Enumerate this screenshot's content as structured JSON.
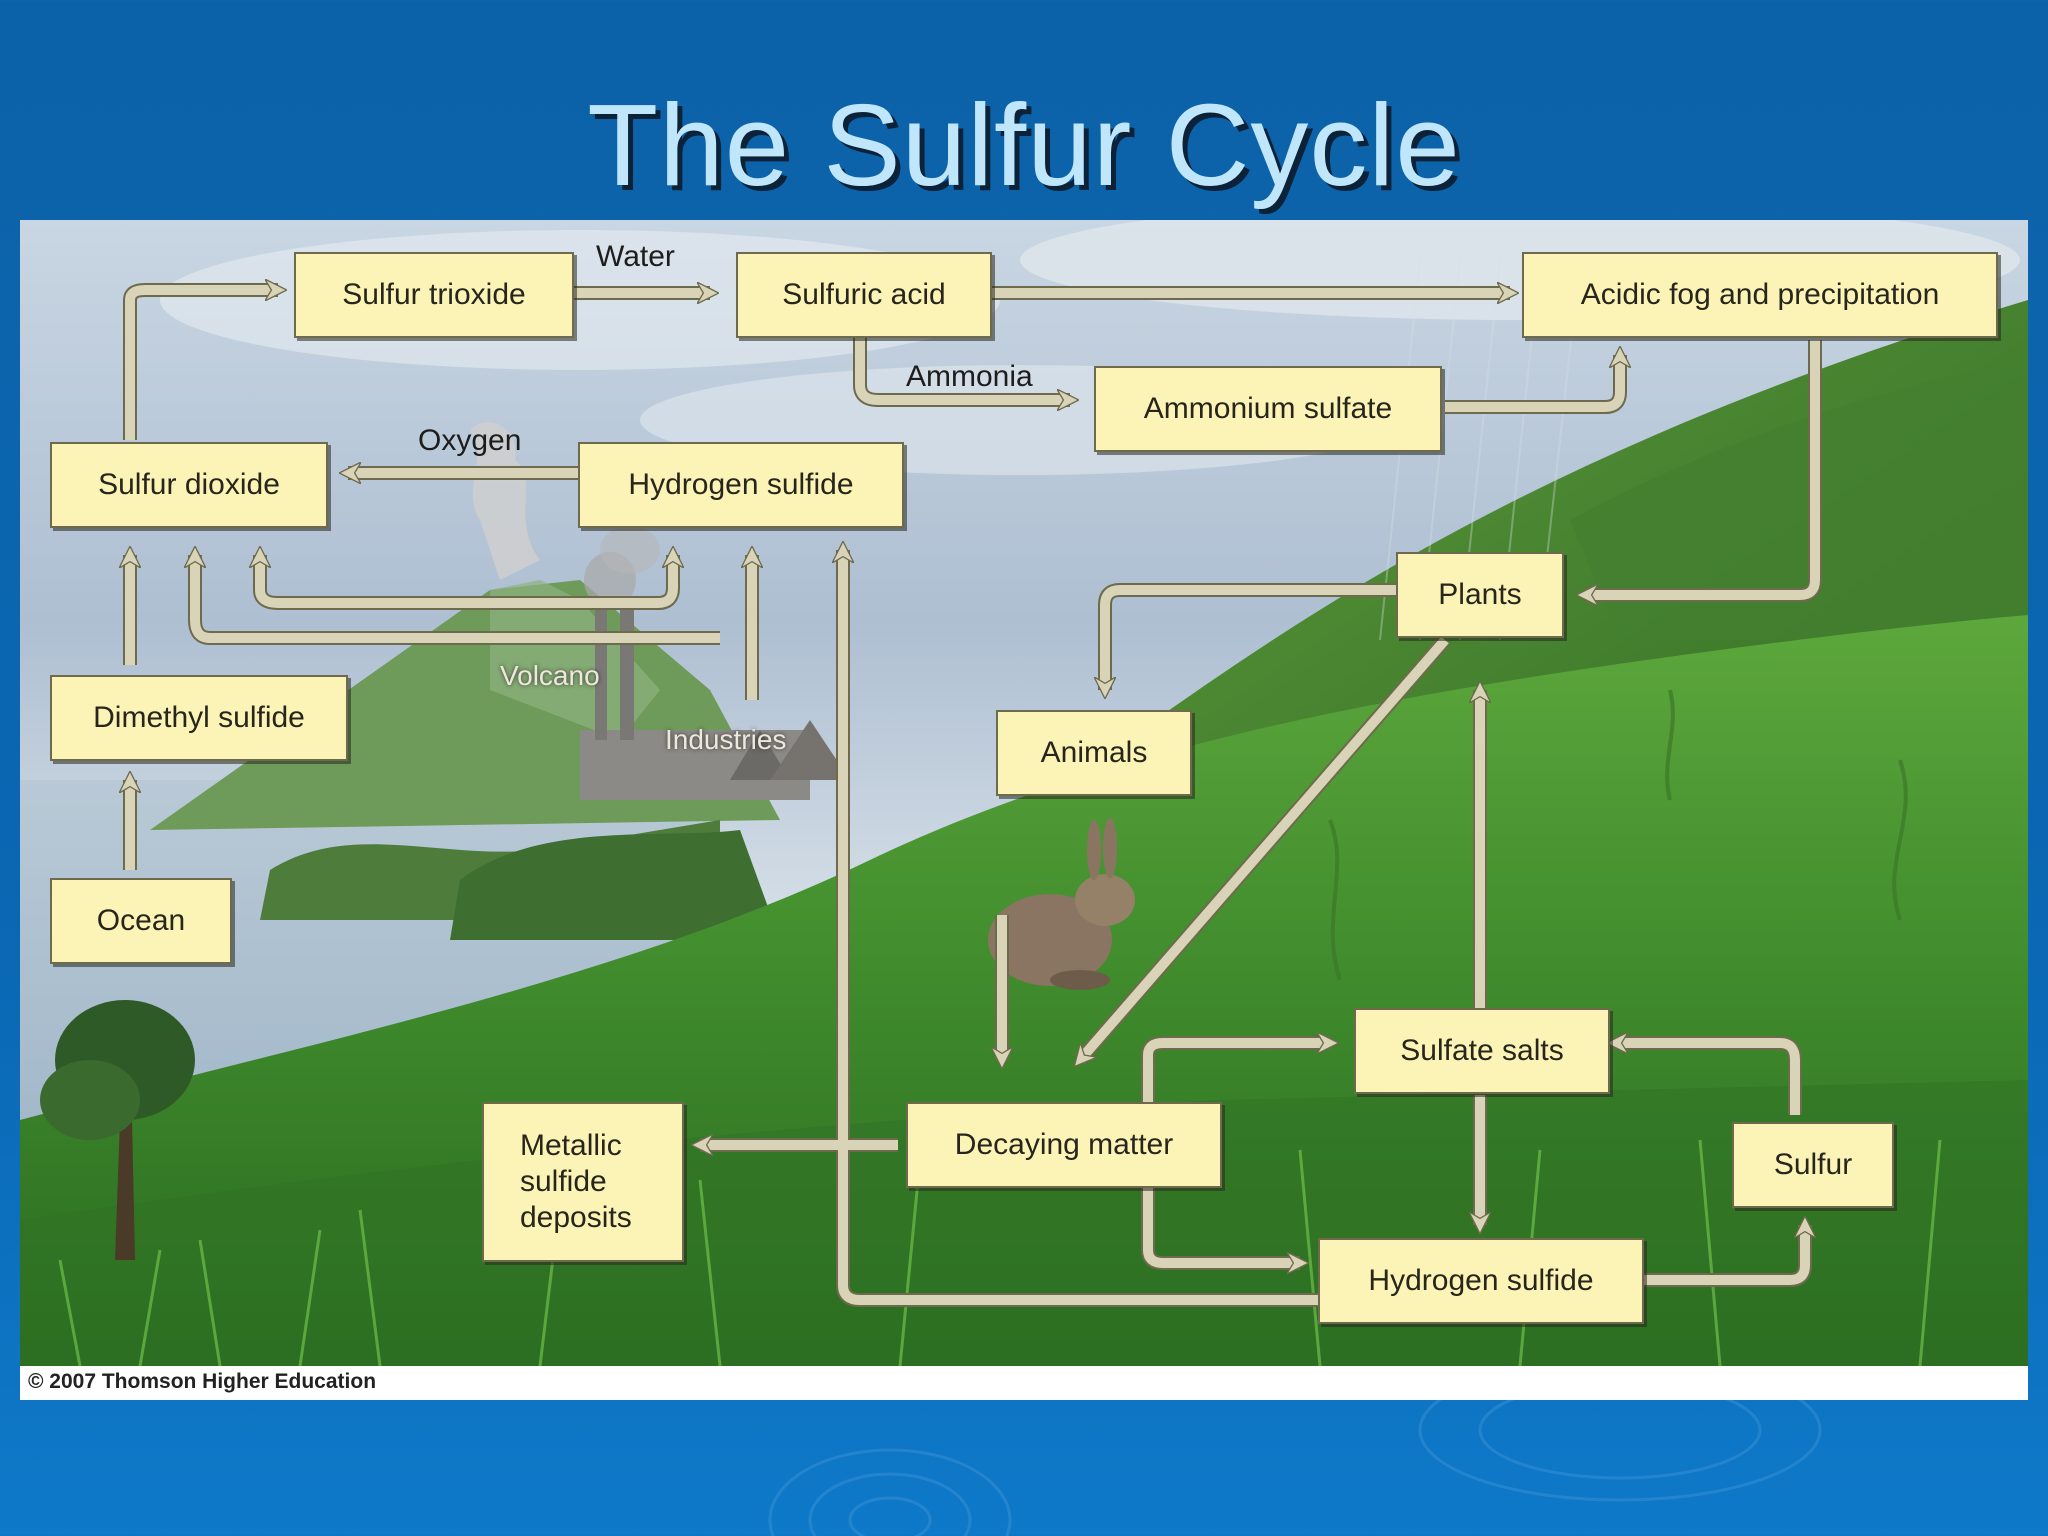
{
  "slide": {
    "title": "The Sulfur Cycle"
  },
  "boxes": {
    "sulfur_trioxide": "Sulfur trioxide",
    "sulfuric_acid": "Sulfuric acid",
    "acidic_fog": "Acidic fog and precipitation",
    "ammonium_sulfate": "Ammonium sulfate",
    "sulfur_dioxide": "Sulfur dioxide",
    "hydrogen_sulfide_top": "Hydrogen sulfide",
    "plants": "Plants",
    "dimethyl_sulfide": "Dimethyl sulfide",
    "animals": "Animals",
    "ocean": "Ocean",
    "sulfate_salts": "Sulfate salts",
    "metallic_sulfide_deposits": [
      "Metallic",
      "sulfide",
      "deposits"
    ],
    "decaying_matter": "Decaying matter",
    "sulfur": "Sulfur",
    "hydrogen_sulfide_bottom": "Hydrogen sulfide"
  },
  "arrow_labels": {
    "water": "Water",
    "ammonia": "Ammonia",
    "oxygen": "Oxygen"
  },
  "scene_labels": {
    "volcano": "Volcano",
    "industries": "Industries"
  },
  "credit": "© 2007 Thomson Higher Education",
  "colors": {
    "background": "#0a67b3",
    "title": "#bfe6fb",
    "box_fill": "#fbf4b6",
    "arrow_fill": "#d9d3b8"
  }
}
